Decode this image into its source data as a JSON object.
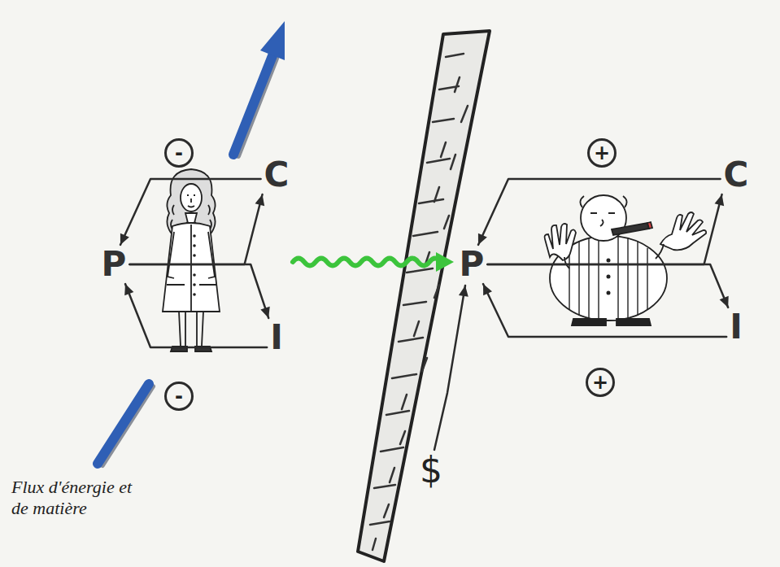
{
  "diagram": {
    "nodes": [
      {
        "text": [
          "-"
        ]
      },
      {
        "text": [
          "C"
        ]
      },
      {
        "text": [
          "+"
        ]
      },
      {
        "text": [
          "C"
        ]
      },
      {
        "text": [
          "P"
        ]
      },
      {
        "text": [
          "P"
        ]
      },
      {
        "text": [
          "I"
        ]
      },
      {
        "text": [
          "I"
        ]
      },
      {
        "text": [
          "-"
        ]
      },
      {
        "text": [
          "+"
        ]
      },
      {
        "text": [
          "$"
        ]
      }
    ],
    "edges": [
      {
        "from": 1,
        "to": 4,
        "arrow": "to"
      },
      {
        "from": 4,
        "to": 1,
        "arrow": "to"
      },
      {
        "from": 4,
        "to": 6,
        "arrow": "to"
      },
      {
        "from": 6,
        "to": 4,
        "arrow": "to"
      },
      {
        "from": 3,
        "to": 5,
        "arrow": "to"
      },
      {
        "from": 5,
        "to": 3,
        "arrow": "to"
      },
      {
        "from": 5,
        "to": 7,
        "arrow": "to"
      },
      {
        "from": 7,
        "to": 5,
        "arrow": "to"
      },
      {
        "from": 10,
        "to": 5,
        "arrow": "to"
      }
    ],
    "labels": [
      "Flux d'énergie et de matière"
    ]
  }
}
